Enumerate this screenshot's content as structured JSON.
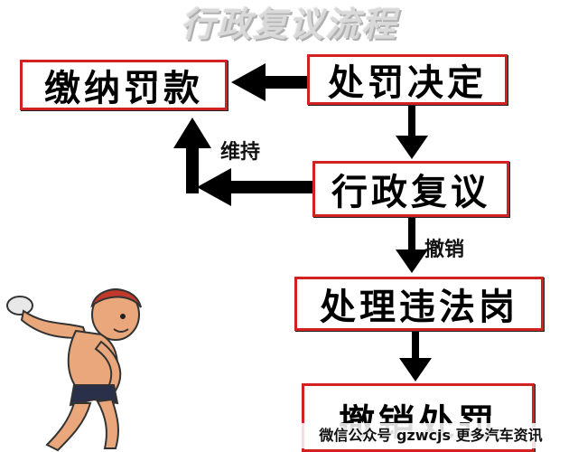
{
  "title": "行政复议流程",
  "nodes": {
    "pay_fine": "缴纳罚款",
    "penalty_decision": "处罚决定",
    "administrative_review": "行政复议",
    "handle_violation_post": "处理违法岗",
    "revoke_penalty": "撤销处罚"
  },
  "edge_labels": {
    "maintain": "维持",
    "revoke": "撤销"
  },
  "watermark": "微信公众号 gzwcjs 更多汽车资讯",
  "colors": {
    "box_border": "#d22121",
    "arrow": "#000000",
    "title": "#d9d9d9"
  }
}
